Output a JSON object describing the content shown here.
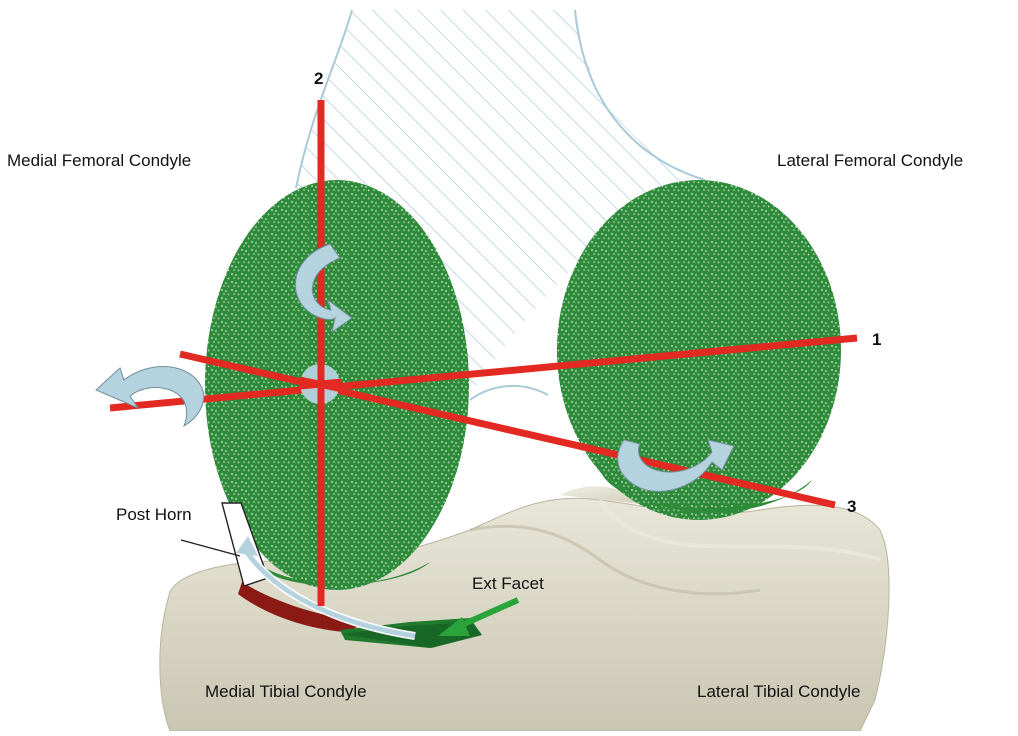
{
  "labels": {
    "medial_femoral": "Medial Femoral Condyle",
    "lateral_femoral": "Lateral Femoral Condyle",
    "medial_tibial": "Medial Tibial Condyle",
    "lateral_tibial": "Lateral Tibial Condyle",
    "post_horn": "Post Horn",
    "ext_facet": "Ext Facet"
  },
  "axes": {
    "axis_1": "1",
    "axis_2": "2",
    "axis_3": "3"
  },
  "colors": {
    "axis_red": "#e32a22",
    "condyle_green": "#2e8b3a",
    "bone_tan": "#dcd9c8",
    "femur_outline": "#a9cbd8",
    "arrow_fill": "#b4d3df",
    "meniscus_red": "#8b1a14",
    "meniscus_green": "#1f7a2e"
  }
}
